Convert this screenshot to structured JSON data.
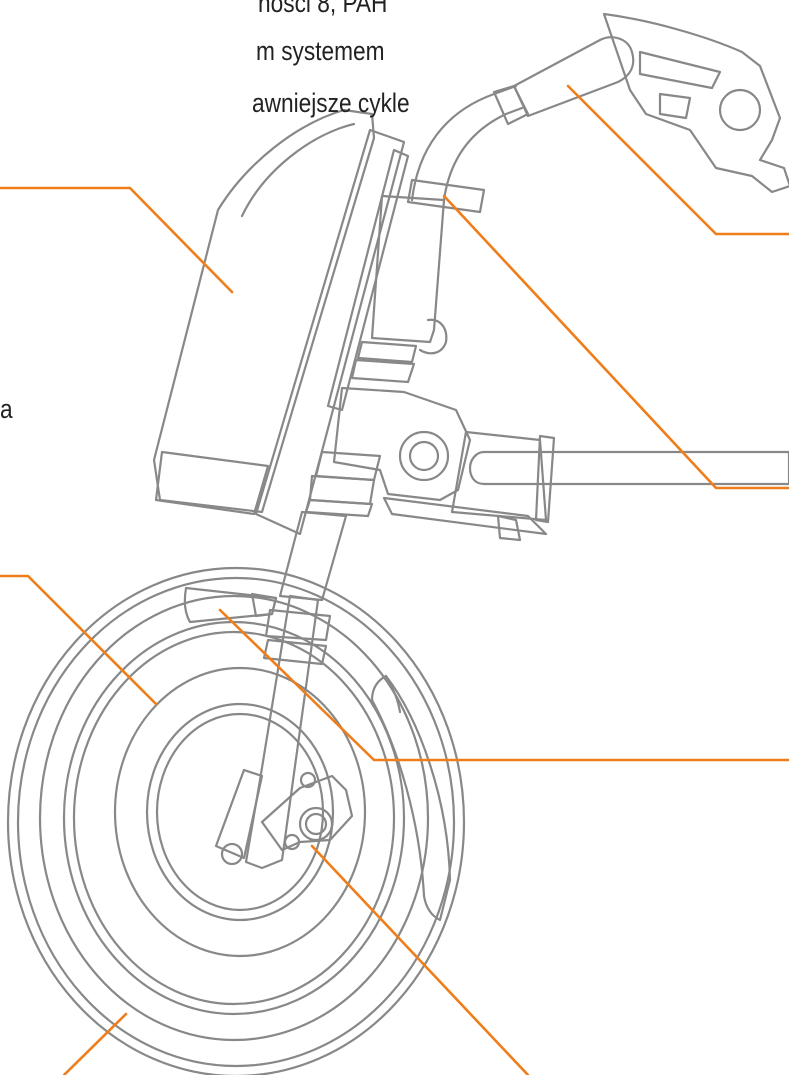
{
  "text_fragments": {
    "line1": "ności 8, PAH",
    "line2": "m systemem",
    "line3": "awniejsze cykle",
    "line4": "a"
  },
  "colors": {
    "leader_line": "#ef7d1a",
    "drawing_stroke": "#888888",
    "text": "#222222",
    "background": "#ffffff"
  }
}
